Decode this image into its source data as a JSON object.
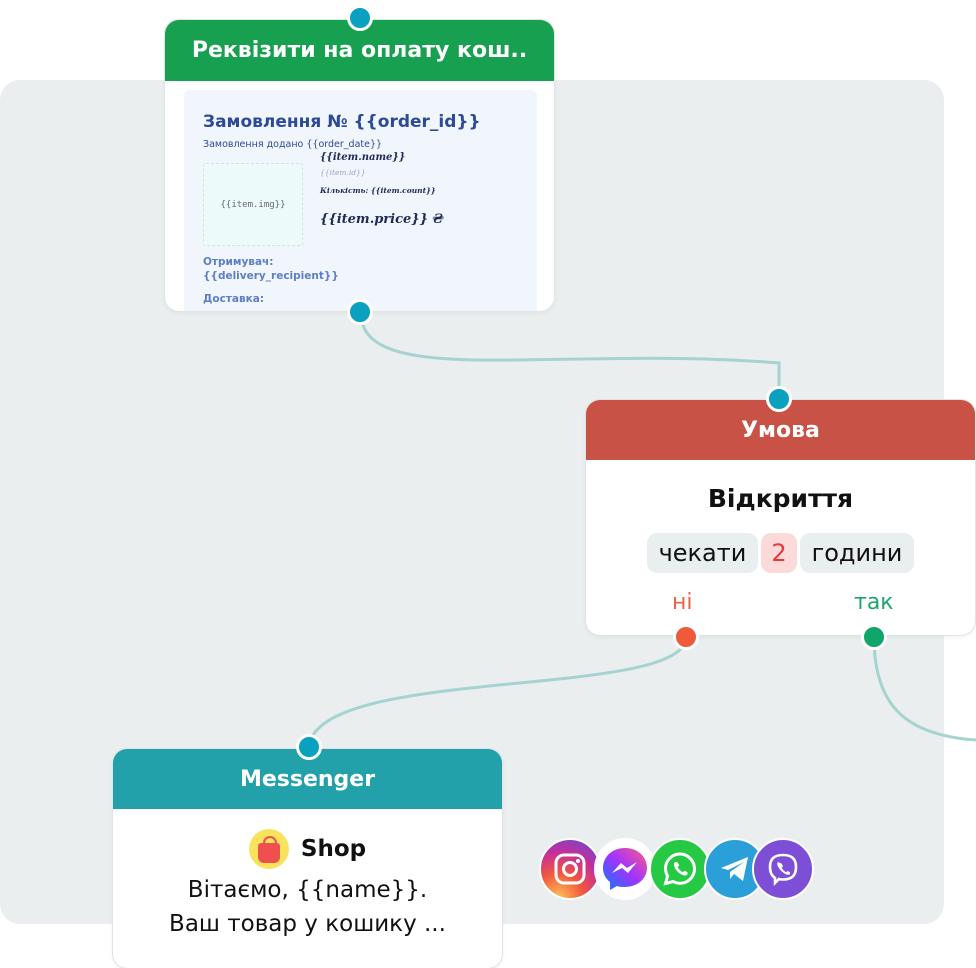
{
  "payment_card": {
    "title": "Реквізити на оплату кош..",
    "header_color": "#16a04f",
    "preview": {
      "order_title": "Замовлення № {{order_id}}",
      "order_date": "Замовлення додано {{order_date}}",
      "item_img": "{{item.img}}",
      "item_name": "{{item.name}}",
      "item_id": "{{item.id}}",
      "item_count": "Кількість: {{item.count}}",
      "item_price": "{{item.price}} ₴",
      "recipient_label": "Отримувач:",
      "recipient_value": "{{delivery_recipient}}",
      "delivery_label": "Доставка:"
    }
  },
  "condition_card": {
    "title": "Умова",
    "header_color": "#c85246",
    "event": "Відкриття",
    "wait_label": "чекати",
    "wait_value": "2",
    "wait_unit": "години",
    "branch_no": "ні",
    "branch_yes": "так"
  },
  "messenger_card": {
    "title": "Messenger",
    "header_color": "#23a1aa",
    "shop_name": "Shop",
    "message_line1": "Вітаємо, {{name}}.",
    "message_line2": "Ваш товар у кошику ..."
  },
  "social_icons": [
    "instagram-icon",
    "messenger-icon",
    "whatsapp-icon",
    "telegram-icon",
    "viber-icon"
  ],
  "colors": {
    "port": "#0aa0c0",
    "port_no": "#ef5a3c",
    "port_yes": "#10a56a",
    "wire": "#a4d3d0"
  }
}
